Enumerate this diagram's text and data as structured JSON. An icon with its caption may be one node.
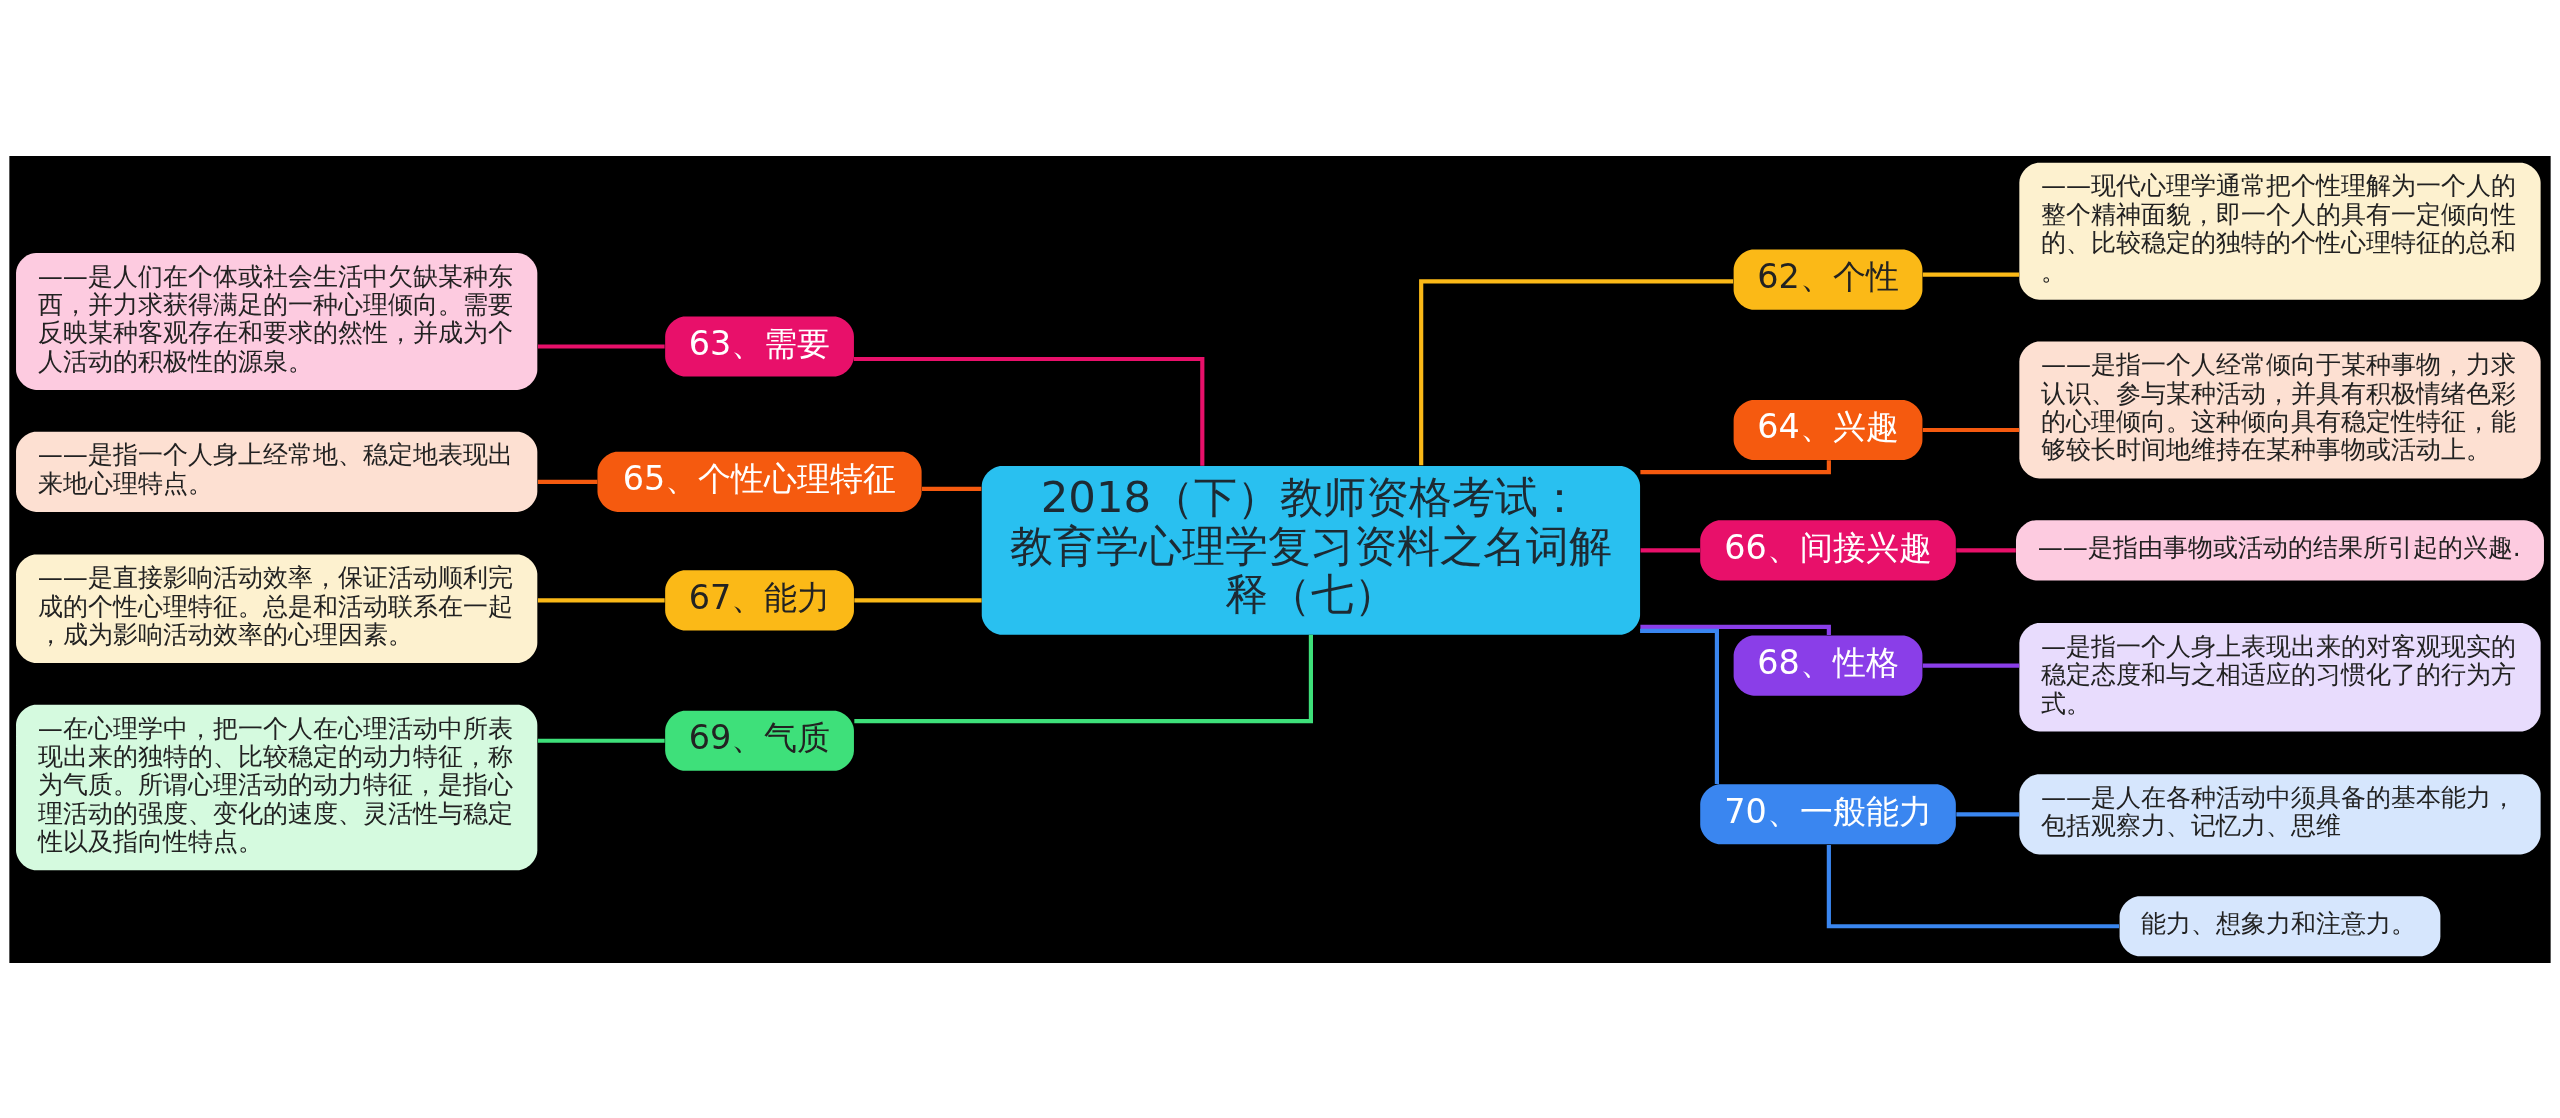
{
  "diagram": {
    "nodes": [
      {
        "text": [
          "2018（下）教师资格考试：教育学心理学复习资料之名词解释（七）"
        ]
      },
      {
        "text": [
          "63、需要"
        ]
      },
      {
        "text": [
          "——是人们在个体或社会生活中欠缺某种东西，并力求获得满足的一种心理倾向。需要反映某种客观存在和要求的然性，并成为个人活动的积极性的源泉。"
        ]
      },
      {
        "text": [
          "65、个性心理特征"
        ]
      },
      {
        "text": [
          "——是指一个人身上经常地、稳定地表现出来地心理特点。"
        ]
      },
      {
        "text": [
          "67、能力"
        ]
      },
      {
        "text": [
          "——是直接影响活动效率，保证活动顺利完成的个性心理特征。总是和活动联系在一起，成为影响活动效率的心理因素。"
        ]
      },
      {
        "text": [
          "69、气质"
        ]
      },
      {
        "text": [
          "—在心理学中，把一个人在心理活动中所表现出来的独特的、比较稳定的动力特征，称为气质。所谓心理活动的动力特征，是指心理活动的强度、变化的速度、灵活性与稳定性以及指向性特点。"
        ]
      },
      {
        "text": [
          "62、个性"
        ]
      },
      {
        "text": [
          "——现代心理学通常把个性理解为一个人的整个精神面貌，即一个人的具有一定倾向性的、比较稳定的独特的个性心理特征的总和。"
        ]
      },
      {
        "text": [
          "64、兴趣"
        ]
      },
      {
        "text": [
          "——是指一个人经常倾向于某种事物，力求认识、参与某种活动，并具有积极情绪色彩的心理倾向。这种倾向具有稳定性特征，能够较长时间地维持在某种事物或活动上。"
        ]
      },
      {
        "text": [
          "66、间接兴趣"
        ]
      },
      {
        "text": [
          "——是指由事物或活动的结果所引起的兴趣."
        ]
      },
      {
        "text": [
          "68、性格"
        ]
      },
      {
        "text": [
          "—是指一个人身上表现出来的对客观现实的稳定态度和与之相适应的习惯化了的行为方式。"
        ]
      },
      {
        "text": [
          "70、一般能力"
        ]
      },
      {
        "text": [
          "——是人在各种活动中须具备的基本能力，包括观察力、记忆力、思维"
        ]
      },
      {
        "text": [
          "能力、想象力和注意力。"
        ]
      }
    ],
    "edges": [
      {
        "from": 0,
        "to": 1,
        "arrow": "none",
        "color": "#e8106a"
      },
      {
        "from": 1,
        "to": 2,
        "arrow": "none",
        "color": "#e8106a"
      },
      {
        "from": 0,
        "to": 3,
        "arrow": "none",
        "color": "#f55a0f"
      },
      {
        "from": 3,
        "to": 4,
        "arrow": "none",
        "color": "#f55a0f"
      },
      {
        "from": 0,
        "to": 5,
        "arrow": "none",
        "color": "#fbb917"
      },
      {
        "from": 5,
        "to": 6,
        "arrow": "none",
        "color": "#fbb917"
      },
      {
        "from": 0,
        "to": 7,
        "arrow": "none",
        "color": "#3ee07a"
      },
      {
        "from": 7,
        "to": 8,
        "arrow": "none",
        "color": "#3ee07a"
      },
      {
        "from": 0,
        "to": 9,
        "arrow": "none",
        "color": "#fbb917"
      },
      {
        "from": 9,
        "to": 10,
        "arrow": "none",
        "color": "#fbb917"
      },
      {
        "from": 0,
        "to": 11,
        "arrow": "none",
        "color": "#f55a0f"
      },
      {
        "from": 11,
        "to": 12,
        "arrow": "none",
        "color": "#f55a0f"
      },
      {
        "from": 0,
        "to": 13,
        "arrow": "none",
        "color": "#e8106a"
      },
      {
        "from": 13,
        "to": 14,
        "arrow": "none",
        "color": "#e8106a"
      },
      {
        "from": 0,
        "to": 15,
        "arrow": "none",
        "color": "#8a3ee8"
      },
      {
        "from": 15,
        "to": 16,
        "arrow": "none",
        "color": "#8a3ee8"
      },
      {
        "from": 0,
        "to": 17,
        "arrow": "none",
        "color": "#3a86f0"
      },
      {
        "from": 17,
        "to": 18,
        "arrow": "none",
        "color": "#3a86f0"
      },
      {
        "from": 17,
        "to": 19,
        "arrow": "none",
        "color": "#3a86f0"
      }
    ]
  }
}
